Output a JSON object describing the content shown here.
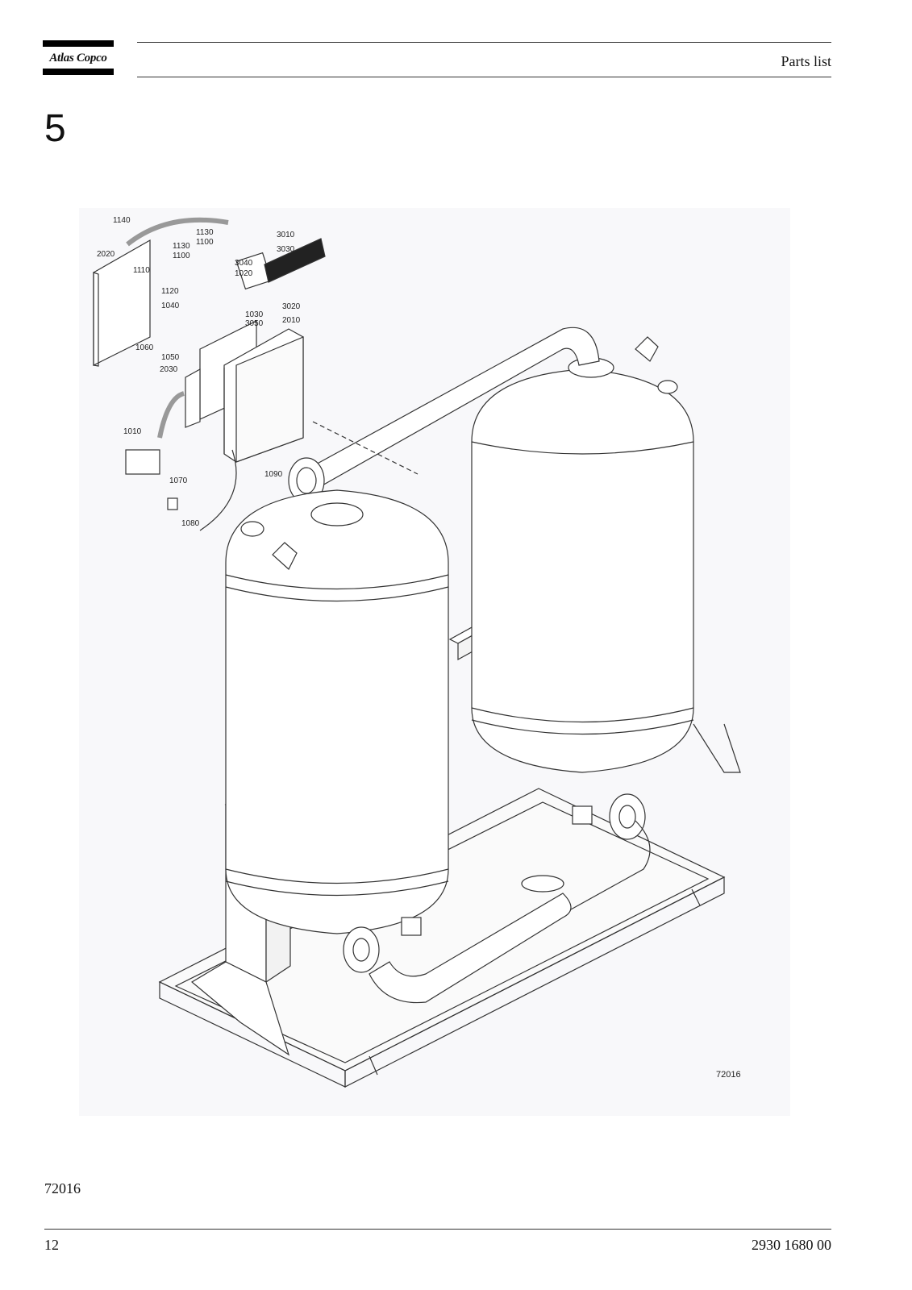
{
  "header": {
    "logo_text": "Atlas Copco",
    "title": "Parts list"
  },
  "section": {
    "number": "5"
  },
  "figure": {
    "drawing_number": "72016",
    "part_labels": [
      "1140",
      "1130",
      "1100",
      "1130",
      "1100",
      "3010",
      "3030",
      "2020",
      "1110",
      "3040",
      "1020",
      "1120",
      "3020",
      "1040",
      "1030",
      "3050",
      "2010",
      "1060",
      "1050",
      "2030",
      "1010",
      "1090",
      "1070",
      "1080"
    ]
  },
  "caption": "72016",
  "footer": {
    "page_number": "12",
    "doc_number": "2930 1680 00"
  }
}
